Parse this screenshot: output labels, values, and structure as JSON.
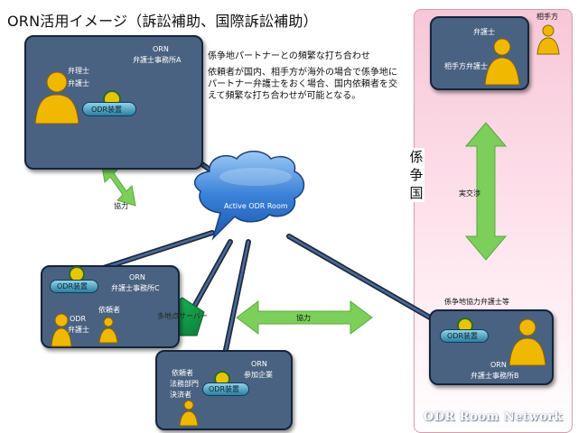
{
  "title": "ORN活用イメージ（訴訟補助、国際訴訟補助）",
  "description": {
    "heading": "係争地パートナーとの頻繁な打ち合わせ",
    "body": "依頼者が国内、相手方が海外の場合で係争地にパートナー弁護士をおく場合、国内依頼者を交えて頻繁な打ち合わせが可能となる。"
  },
  "panels": {
    "office_a": {
      "title": "ORN",
      "subtitle": "弁護士事務所A",
      "people": [
        "弁理士",
        "弁護士"
      ],
      "device": "ODR装置"
    },
    "office_c": {
      "title": "ORN",
      "subtitle": "弁護士事務所C",
      "client": "依頼者",
      "people": [
        "ODR",
        "弁護士"
      ],
      "device": "ODR装置"
    },
    "company": {
      "title": "ORN",
      "subtitle": "参加企業",
      "people": [
        "依頼者",
        "法務部門",
        "決済者"
      ],
      "device": "ODR装置"
    },
    "office_b": {
      "title": "ORN",
      "subtitle": "弁護士事務所B",
      "device": "ODR装置"
    },
    "foreign_top": {
      "person1": "弁護士",
      "person2": "相手方弁護士"
    }
  },
  "cloud_label": "Active ODR Room",
  "multi_server": "多地点サーバー",
  "arrows": {
    "coop_left": "協力",
    "coop_mid": "協力",
    "real_negotiation": "実交渉"
  },
  "foreign": {
    "vertical_label": [
      "係",
      "争",
      "国"
    ],
    "opponent": "相手方",
    "partner_lawyers": "係争地協力弁護士等"
  },
  "network_name": "ODR Room Network",
  "colors": {
    "panel": "#4a6282",
    "pink": "#f7c7d8",
    "arrow": "#7ccf5a",
    "cloud": "#3a82d8",
    "person": "#f0b800"
  }
}
